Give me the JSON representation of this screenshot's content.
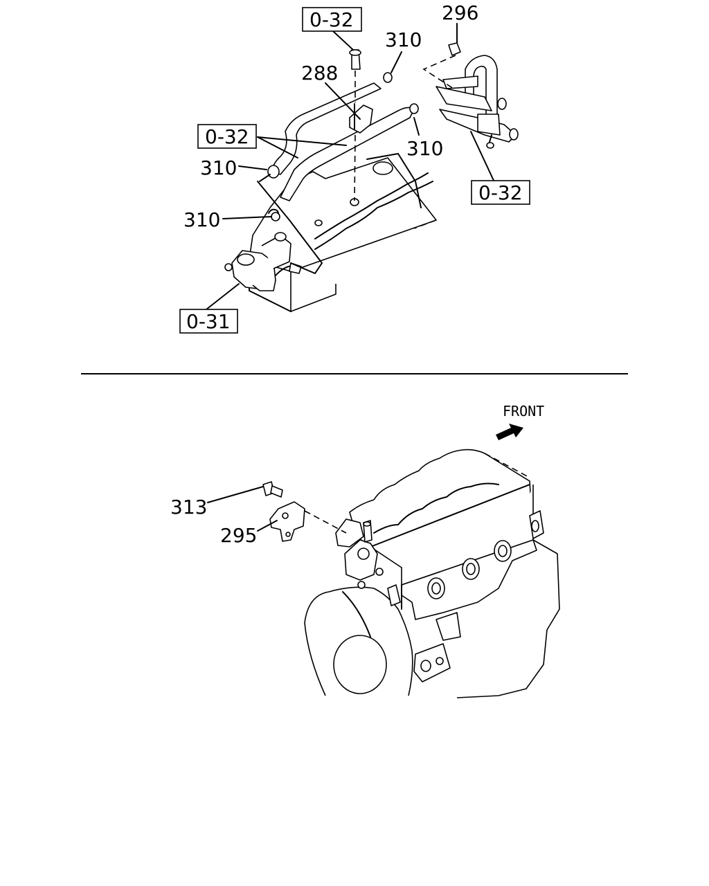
{
  "upper_callouts": {
    "ref_top": "0-32",
    "ref_left": "0-32",
    "ref_right": "0-32",
    "ref_bottom": "0-31",
    "part_296": "296",
    "part_310_a": "310",
    "part_288": "288",
    "part_310_b": "310",
    "part_310_c": "310",
    "part_310_d": "310"
  },
  "lower_callouts": {
    "front_label": "FRONT",
    "part_313": "313",
    "part_295": "295"
  }
}
